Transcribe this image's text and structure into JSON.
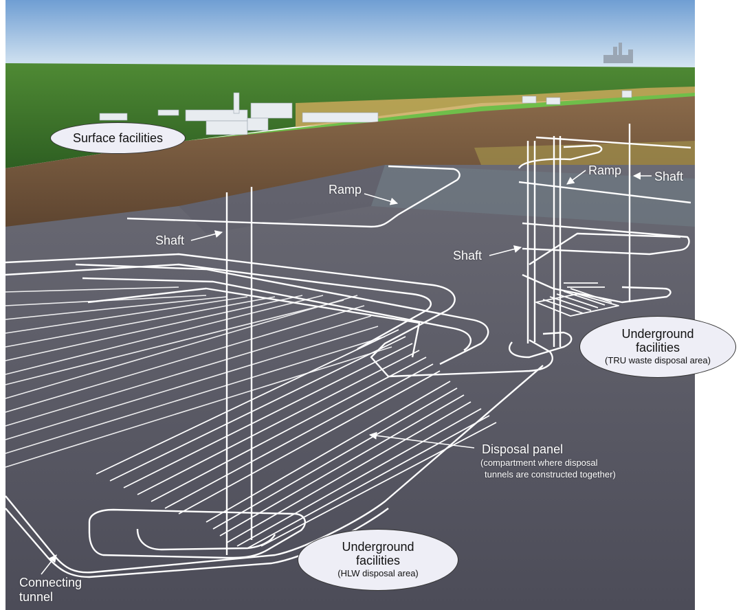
{
  "labels": {
    "surface": "Surface facilities",
    "ramp_left": "Ramp",
    "ramp_right": "Ramp",
    "shaft_left": "Shaft",
    "shaft_mid": "Shaft",
    "shaft_right": "Shaft",
    "panel_title": "Disposal panel",
    "panel_note_1": "(compartment where disposal",
    "panel_note_2": "tunnels are constructed together)",
    "connecting_1": "Connecting",
    "connecting_2": "tunnel",
    "tru_title_1": "Underground",
    "tru_title_2": "facilities",
    "tru_sub": "(TRU waste disposal area)",
    "hlw_title_1": "Underground",
    "hlw_title_2": "facilities",
    "hlw_sub": "(HLW disposal area)"
  },
  "colors": {
    "sky_top": "#6f9ed3",
    "sky_bottom": "#d7e6f2",
    "forest": "#3f7a2e",
    "soil": "#7a5a3e",
    "rock": "#5a5a66",
    "tunnel": "#ffffff",
    "bubble_fill": "#eeeef6"
  },
  "icons": [
    "arrow-icon",
    "surface-buildings-icon"
  ]
}
